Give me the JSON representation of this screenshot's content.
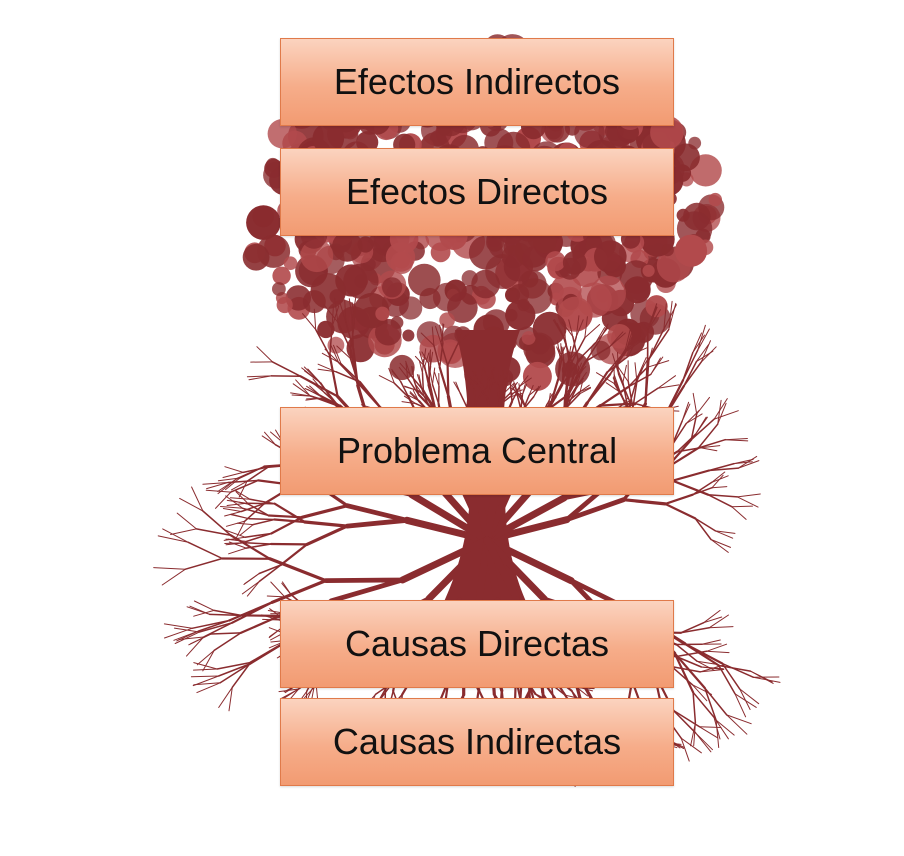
{
  "diagram": {
    "colors": {
      "tree": "#8a2c2f",
      "tree_light": "#b24a4c",
      "box_fill": "#f6ad8a",
      "box_border": "#e07a4a",
      "text": "#111111"
    },
    "effects": {
      "indirect_label": "Efectos Indirectos",
      "direct_label": "Efectos Directos"
    },
    "central": {
      "label": "Problema Central"
    },
    "causes": {
      "direct_label": "Causas Directas",
      "indirect_label": "Causas Indirectas"
    }
  }
}
